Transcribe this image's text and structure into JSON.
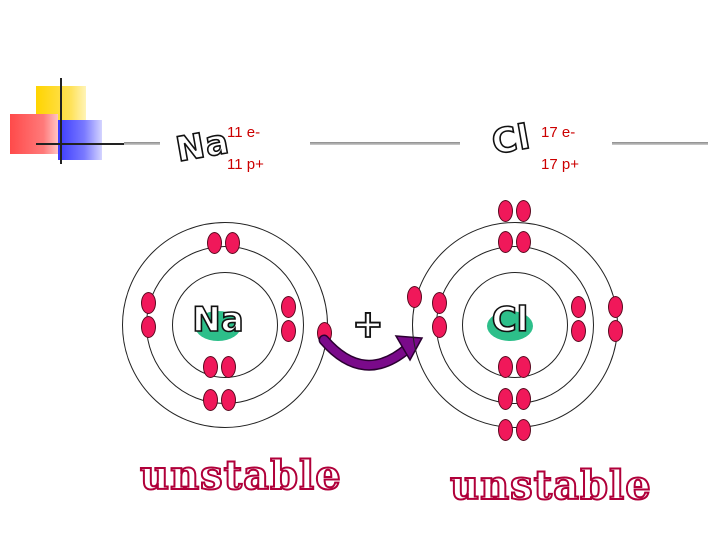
{
  "sodium": {
    "symbol": "Na",
    "electrons": "11 e-",
    "protons": "11 p+",
    "nucleus_label": "Na",
    "status": "unstable"
  },
  "chlorine": {
    "symbol": "Cl",
    "electrons": "17 e-",
    "protons": "17 p+",
    "nucleus_label": "Cl",
    "status": "unstable"
  },
  "operator": "+",
  "colors": {
    "electron": "#f0185a",
    "nucleus": "#2dbf8a",
    "count_text": "#cc0000",
    "arrow": "#7a0a8a",
    "unstable_outline": "#b0003a"
  },
  "icons": {
    "transfer_arrow": "curved-arrow-icon"
  }
}
